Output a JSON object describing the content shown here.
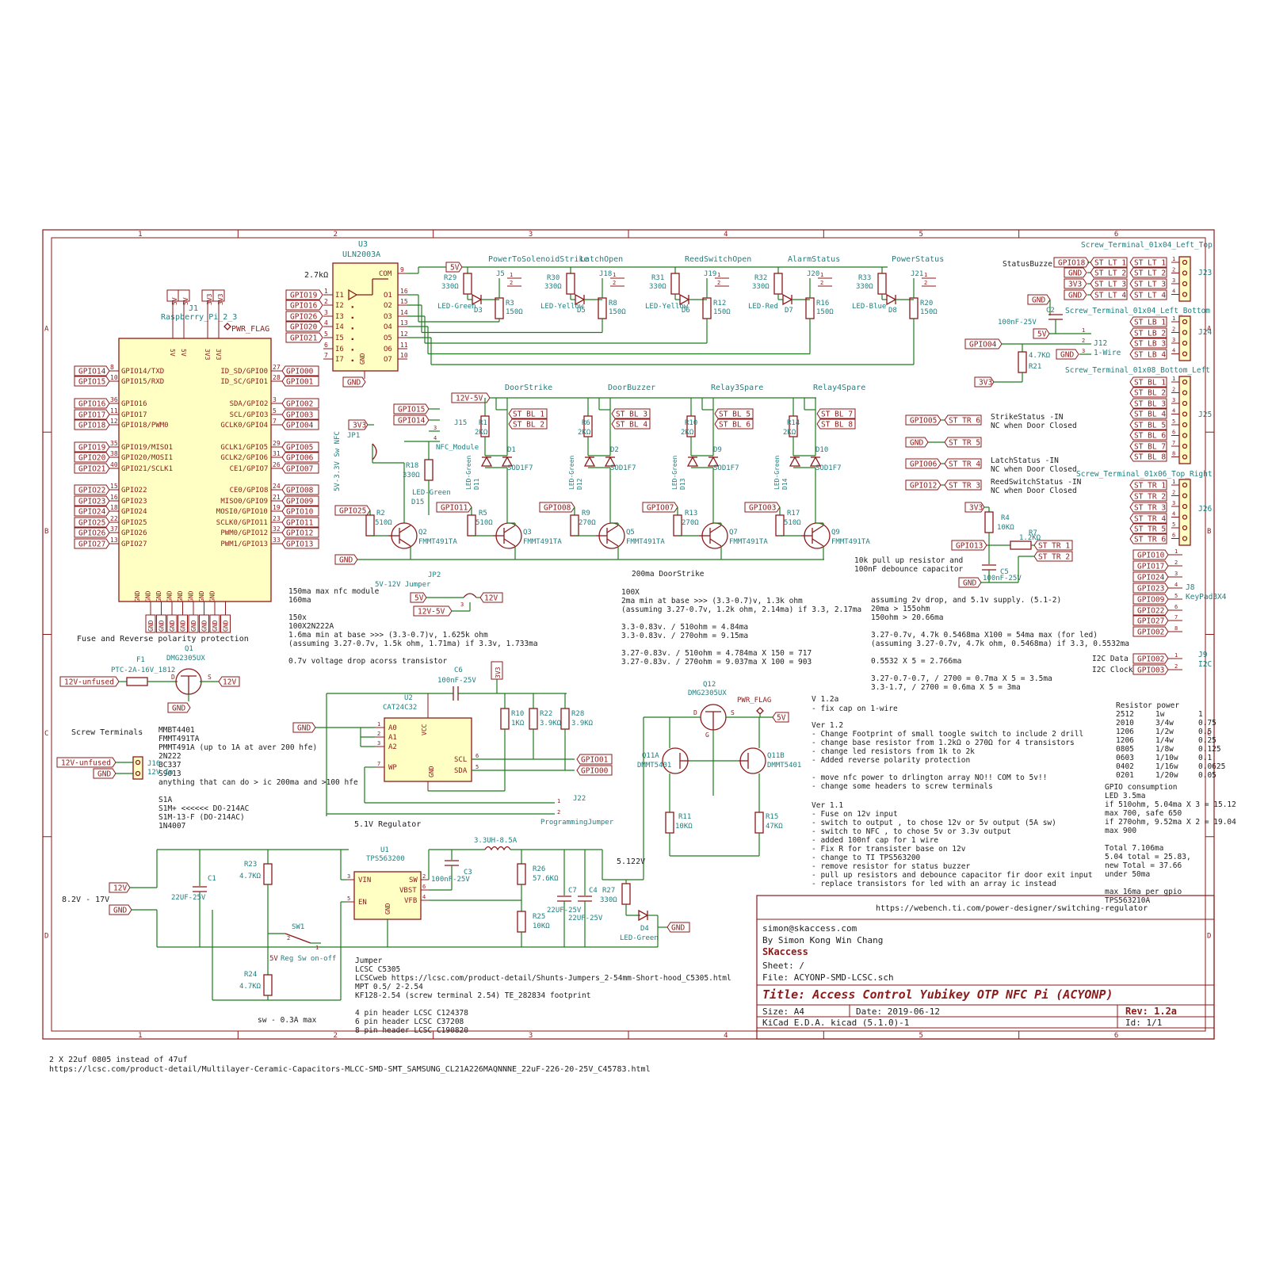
{
  "title_block": {
    "url": "https://webench.ti.com/power-designer/switching-regulator",
    "email": "simon@skaccess.com",
    "author": "By Simon Kong Win Chang",
    "company": "SKaccess",
    "sheet": "Sheet: /",
    "file": "File: ACYONP-SMD-LCSC.sch",
    "title": "Title: Access Control Yubikey OTP NFC Pi (ACYONP)",
    "size": "Size: A4",
    "date": "Date: 2019-06-12",
    "rev": "Rev: 1.2a",
    "kicad": "KiCad E.D.A.  kicad (5.1.0)-1",
    "id": "Id: 1/1"
  },
  "frame": {
    "cols": [
      "1",
      "2",
      "3",
      "4",
      "5",
      "6"
    ],
    "rows": [
      "A",
      "B",
      "C",
      "D"
    ]
  },
  "bottom_note": {
    "line1": "2 X 22uf 0805 instead of 47uf",
    "line2": "https://lcsc.com/product-detail/Multilayer-Ceramic-Capacitors-MLCC-SMD-SMT_SAMSUNG_CL21A226MAQNNNE_22uF-226-20-25V_C45783.html"
  },
  "rpi": {
    "ref": "J1",
    "value": "Raspberry_Pi_2_3",
    "pwr_flag": "PWR_FLAG",
    "top_pins": [
      "5V",
      "5V",
      "3V3",
      "3V3"
    ],
    "top_labels": [
      "5V",
      "5V",
      "3V3",
      "3V3"
    ],
    "left_pins": [
      "GPIO14/TXD",
      "GPIO15/RXD",
      "GPIO16",
      "GPIO17",
      "GPIO18/PWM0",
      "GPIO19/MISO1",
      "GPIO20/MOSI1",
      "GPIO21/SCLK1",
      "GPIO22",
      "GPIO23",
      "GPIO24",
      "GPIO25",
      "GPIO26",
      "GPIO27"
    ],
    "left_nums": [
      "8",
      "10",
      "36",
      "11",
      "12",
      "35",
      "38",
      "40",
      "15",
      "16",
      "18",
      "22",
      "37",
      "13"
    ],
    "left_labels": [
      "GPIO14",
      "GPIO15",
      "GPIO16",
      "GPIO17",
      "GPIO18",
      "GPIO19",
      "GPIO20",
      "GPIO21",
      "GPIO22",
      "GPIO23",
      "GPIO24",
      "GPIO25",
      "GPIO26",
      "GPIO27"
    ],
    "right_pins": [
      "ID_SD/GPIO0",
      "ID_SC/GPIO1",
      "SDA/GPIO2",
      "SCL/GPIO3",
      "GCLK0/GPIO4",
      "GCLK1/GPIO5",
      "GCLK2/GPIO6",
      "CE1/GPIO7",
      "CE0/GPIO8",
      "MISO0/GPIO9",
      "MOSI0/GPIO10",
      "SCLK0/GPIO11",
      "PWM0/GPIO12",
      "PWM1/GPIO13"
    ],
    "right_nums": [
      "27",
      "28",
      "3",
      "5",
      "7",
      "29",
      "31",
      "26",
      "24",
      "21",
      "19",
      "23",
      "32",
      "33"
    ],
    "right_labels": [
      "GPIO00",
      "GPIO01",
      "GPIO02",
      "GPIO03",
      "GPIO04",
      "GPIO05",
      "GPIO06",
      "GPIO07",
      "GPIO08",
      "GPIO09",
      "GPIO10",
      "GPIO11",
      "GPIO12",
      "GPIO13"
    ],
    "gnd": "GND"
  },
  "uln": {
    "ref": "U3",
    "value": "ULN2003A",
    "res": "2.7kΩ",
    "com": "COM",
    "inputs": [
      "I1",
      "I2",
      "I3",
      "I4",
      "I5",
      "I6",
      "I7"
    ],
    "outputs": [
      "O1",
      "O2",
      "O3",
      "O4",
      "O5",
      "O6",
      "O7"
    ],
    "in_nums": [
      "1",
      "2",
      "3",
      "4",
      "5",
      "6",
      "7"
    ],
    "out_nums": [
      "16",
      "15",
      "14",
      "13",
      "12",
      "11",
      "10"
    ],
    "com_num": "9",
    "gnd_pin": "GND",
    "gnd_num": "8",
    "in_labels": [
      "GPIO19",
      "GPIO16",
      "GPIO26",
      "GPIO20",
      "GPIO21"
    ],
    "gnd_label": "GND"
  },
  "status_leds": [
    {
      "name": "PowerToSolenoidStrike",
      "rref": "R29",
      "rval": "330Ω",
      "j": "J5",
      "led": "LED-Green",
      "d": "D3",
      "r2": "R3",
      "r2val": "150Ω"
    },
    {
      "name": "LatchOpen",
      "rref": "R30",
      "rval": "330Ω",
      "j": "J18",
      "led": "LED-Yellow",
      "d": "D5",
      "r2": "R8",
      "r2val": "150Ω"
    },
    {
      "name": "ReedSwitchOpen",
      "rref": "R31",
      "rval": "330Ω",
      "j": "J19",
      "led": "LED-Yellow",
      "d": "D6",
      "r2": "R12",
      "r2val": "150Ω"
    },
    {
      "name": "AlarmStatus",
      "rref": "R32",
      "rval": "330Ω",
      "j": "J20",
      "led": "LED-Red",
      "d": "D7",
      "r2": "R16",
      "r2val": "150Ω"
    },
    {
      "name": "PowerStatus",
      "rref": "R33",
      "rval": "330Ω",
      "j": "J21",
      "led": "LED-Blue",
      "d": "D8",
      "r2": "R20",
      "r2val": "150Ω"
    }
  ],
  "status_5v": "5V",
  "relay": {
    "supply": "12V-5V",
    "jumper_labels": [
      "GPIO15",
      "GPIO14"
    ],
    "j15": "J15",
    "nfc": "NFC_Module",
    "jp1": "JP1",
    "jp1_label": "5V-3.3V Sw NFC",
    "v3": "3V3",
    "r18": "R18",
    "r18v": "330Ω",
    "d15": "D15",
    "d15l": "LED-Green",
    "channels": [
      {
        "name": "DoorStrike",
        "r": "R1",
        "rv": "2KΩ",
        "d": "D1",
        "dv": "SOD1F7",
        "led": "D11",
        "ledv": "LED-Green",
        "st1": "ST_BL_1",
        "st2": "ST_BL_2",
        "gpio": "GPIO11",
        "rb": "R5",
        "rbv": "510Ω",
        "q": "Q3",
        "qv": "FMMT491TA"
      },
      {
        "name": "DoorBuzzer",
        "r": "R6",
        "rv": "2KΩ",
        "d": "D2",
        "dv": "SOD1F7",
        "led": "D12",
        "ledv": "LED-Green",
        "st1": "ST_BL_3",
        "st2": "ST_BL_4",
        "gpio": "GPIO08",
        "rb": "R9",
        "rbv": "270Ω",
        "q": "Q5",
        "qv": "FMMT491TA"
      },
      {
        "name": "Relay3Spare",
        "r": "R10",
        "rv": "2KΩ",
        "d": "D9",
        "dv": "SOD1F7",
        "led": "D13",
        "ledv": "LED-Green",
        "st1": "ST_BL_5",
        "st2": "ST_BL_6",
        "gpio": "GPIO07",
        "rb": "R13",
        "rbv": "270Ω",
        "q": "Q7",
        "qv": "FMMT491TA"
      },
      {
        "name": "Relay4Spare",
        "r": "R14",
        "rv": "2KΩ",
        "d": "D10",
        "dv": "SOD1F7",
        "led": "D14",
        "ledv": "LED-Green",
        "st1": "ST_BL_7",
        "st2": "ST_BL_8",
        "gpio": "GPIO03",
        "rb": "R17",
        "rbv": "510Ω",
        "q": "Q9",
        "qv": "FMMT491TA"
      }
    ],
    "q2": {
      "gpio": "GPIO25",
      "rb": "R2",
      "rbv": "510Ω",
      "q": "Q2",
      "qv": "FMMT491TA"
    },
    "gnd": "GND"
  },
  "jp2": {
    "ref": "JP2",
    "label": "5V-12V Jumper",
    "a": "5V",
    "b": "12V-5V",
    "c": "12V"
  },
  "notes_left": {
    "l1": "150ma max nfc module",
    "l2": "160ma",
    "l3": "150x",
    "l4": "100X2N222A",
    "l5": "1.6ma min at base >>> (3.3-0.7)v, 1.625k ohm",
    "l6": "(assuming 3.27-0.7v, 1.5k ohm, 1.71ma) if 3.3v, 1.733ma",
    "l7": "0.7v voltage drop acorss transistor"
  },
  "notes_mid": {
    "h": "200ma DoorStrike",
    "l1": "100X",
    "l2": "2ma min at base >>> (3.3-0.7)v, 1.3k ohm",
    "l3": "(assuming 3.27-0.7v, 1.2k ohm, 2.14ma) if 3.3, 2.17ma",
    "l4": "3.3-0.83v. / 510ohm = 4.84ma",
    "l5": "3.3-0.83v. / 270ohm = 9.15ma",
    "l6": "3.27-0.83v. / 510ohm = 4.784ma X 150 = 717",
    "l7": "3.27-0.83v. / 270ohm = 9.037ma X 100 = 903"
  },
  "notes_right": {
    "l1": "assuming 2v drop, and 5.1v supply. (5.1-2)",
    "l2": "20ma > 155ohm",
    "l3": "150ohm > 20.66ma",
    "l4": "3.27-0.7v, 4.7k 0.5468ma X100 = 54ma max (for led)",
    "l5": "(assuming 3.27-0.7v, 4.7k ohm, 0.5468ma) if 3.3, 0.5532ma",
    "l6": "0.5532 X 5 = 2.766ma",
    "l7": "3.27-0.7-0.7, / 2700 = 0.7ma X 5 = 3.5ma",
    "l8": "3.3-1.7, / 2700 = 0.6ma X 5 = 3ma"
  },
  "pullup": {
    "v3": "3V3",
    "r4": "R4",
    "r4v": "10KΩ",
    "r7": "R7",
    "r7v": "1.2KΩ",
    "gpio": "GPIO13",
    "st1": "ST_TR_1",
    "st2": "ST_TR_2",
    "c5": "C5",
    "c5v": "100nF-25V",
    "gnd": "GND",
    "note1": "10k pull up resistor and",
    "note2": "100nF debounce capacitor"
  },
  "tr_inputs": [
    {
      "gpio": "GPIO05",
      "st": "ST_TR_6",
      "t1": "StrikeStatus -IN",
      "t2": "NC when Door Closed"
    },
    {
      "gpio": "GND",
      "st": "ST_TR_5",
      "t1": "",
      "t2": ""
    },
    {
      "gpio": "GPIO06",
      "st": "ST_TR_4",
      "t1": "LatchStatus -IN",
      "t2": "NC when Door Closed"
    },
    {
      "gpio": "GPIO12",
      "st": "ST_TR_3",
      "t1": "ReedSwitchStatus -IN",
      "t2": "NC when Door Closed"
    }
  ],
  "screw": {
    "j23_name": "Screw_Terminal_01x04_Left_Top",
    "j23": "J23",
    "status_buzzer": "StatusBuzzer",
    "lt_src": [
      "GPIO18",
      "GND",
      "3V3",
      "GND"
    ],
    "lt_a": [
      "ST_LT_1",
      "ST_LT_2",
      "ST_LT_3",
      "ST_LT_4"
    ],
    "lt_b": [
      "ST_LT_1",
      "ST_LT_2",
      "ST_LT_3",
      "ST_LT_4"
    ],
    "j24_name": "Screw_Terminal_01x04_Left_Bottom",
    "j24": "J24",
    "lb": [
      "ST_LB_1",
      "ST_LB_2",
      "ST_LB_3",
      "ST_LB_4"
    ],
    "c2": "C2",
    "c2v": "100nF-25V",
    "gnd": "GND",
    "v5": "5V",
    "j12": "J12",
    "onewire": "1-Wire",
    "gpio04": "GPIO04",
    "r21": "R21",
    "r21v": "4.7KΩ",
    "v3": "3V3",
    "j25_name": "Screw_Terminal_01x08_Bottom_Left",
    "j25": "J25",
    "bl": [
      "ST_BL_1",
      "ST_BL_2",
      "ST_BL_3",
      "ST_BL_4",
      "ST_BL_5",
      "ST_BL_6",
      "ST_BL_7",
      "ST_BL_8"
    ],
    "j26_name": "Screw_Terminal_01x06_Top_Right",
    "j26": "J26",
    "tr": [
      "ST_TR_1",
      "ST_TR_2",
      "ST_TR_3",
      "ST_TR_4",
      "ST_TR_5",
      "ST_TR_6"
    ],
    "kp": [
      "GPIO10",
      "GPIO17",
      "GPIO24",
      "GPIO23",
      "GPIO09",
      "GPIO22",
      "GPIO27",
      "GPIO02"
    ],
    "j8": "J8",
    "j8v": "KeyPad3X4",
    "i2c": [
      "GPIO02",
      "GPIO03"
    ],
    "i2c_lbl": [
      "I2C Data",
      "I2C Clock"
    ],
    "j9": "J9",
    "j9v": "I2C"
  },
  "fuse": {
    "header": "Fuse and Reverse polarity protection",
    "q1": "Q1",
    "q1v": "DMG2305UX",
    "f1": "F1",
    "f1v": "PTC-2A-16V_1812",
    "in": "12V-unfused",
    "out": "12V",
    "gnd": "GND"
  },
  "screw_terms": {
    "h": "Screw Terminals",
    "in": "12V-unfused",
    "gnd": "GND",
    "j16": "J16",
    "j16v": "12V In"
  },
  "parts_list": [
    "MMBT4401",
    "FMMT491TA",
    "PMMT491A (up to 1A at aver 200 hfe)",
    "2N222",
    "BC337",
    "S9013",
    "anything that can do > ic 200ma and >100 hfe",
    "",
    "S1A",
    "S1M+ <<<<<< DO-214AC",
    "S1M-13-F (DO-214AC)",
    "1N4007"
  ],
  "eeprom": {
    "c6": "C6",
    "c6v": "100nF-25V",
    "v3": "3V3",
    "u2": "U2",
    "u2v": "CAT24C32",
    "pins": [
      "A0",
      "A1",
      "A2",
      "WP",
      "VCC",
      "SCL",
      "SDA",
      "GND"
    ],
    "nums": [
      "1",
      "2",
      "3",
      "7",
      "8",
      "6",
      "5",
      "4"
    ],
    "r10": "R10",
    "r10v": "1KΩ",
    "r22": "R22",
    "r22v": "3.9KΩ",
    "r28": "R28",
    "r28v": "3.9KΩ",
    "gpio1": "GPIO01",
    "gpio0": "GPIO00",
    "gnd": "GND",
    "j22": "J22",
    "j22v": "ProgrammingJumper",
    "reg": "5.1V Regulator"
  },
  "q12": {
    "q12": "Q12",
    "q12v": "DMG2305UX",
    "pwr": "PWR_FLAG",
    "v5": "5V",
    "q11a": "Q11A",
    "q11b": "Q11B",
    "q11v": "DMMT5401",
    "r11": "R11",
    "r11v": "10KΩ",
    "r15": "R15",
    "r15v": "47KΩ",
    "v5122": "5.122V"
  },
  "version": {
    "v12a": "V 1.2a",
    "v12a_1": "- fix cap on 1-wire",
    "v12": "Ver 1.2",
    "v12_lines": [
      "- Change Footprint of small toogle switch to include 2 drill",
      "- change base resistor from 1.2kΩ o 270Ω for 4 transistors",
      "- change led resistors from 1k to 2k",
      "- Added reverse polarity protection",
      "",
      "- move nfc power to drlington array NO!! COM to 5v!!",
      "- change some headers to screw terminals"
    ],
    "v11": "Ver 1.1",
    "v11_lines": [
      "- Fuse on 12v input",
      "- switch to output , to chose 12v or 5v output (5A sw)",
      "- switch to NFC , to chose 5v or 3.3v output",
      "- added 100nf cap for 1 wire",
      "- Fix R for transister base on 12v",
      "- change to TI TPS563200",
      "- remove resistor for status buzzer",
      "- pull up resistors and debounce capacitor fir door exit input",
      "- replace transistors for led with an array ic instead"
    ]
  },
  "resistor_power": {
    "h": "Resistor power",
    "rows": [
      [
        "2512",
        "1w",
        "1"
      ],
      [
        "2010",
        "3/4w",
        "0.75"
      ],
      [
        "1206",
        "1/2w",
        "0.5"
      ],
      [
        "1206",
        "1/4w",
        "0.25"
      ],
      [
        "0805",
        "1/8w",
        "0.125"
      ],
      [
        "0603",
        "1/10w",
        "0.1"
      ],
      [
        "0402",
        "1/16w",
        "0.0625"
      ],
      [
        "0201",
        "1/20w",
        "0.05"
      ]
    ],
    "gpio_h": "GPIO consumption",
    "gpio": [
      "LED 3.5ma",
      "if 510ohm, 5.04ma X 3 = 15.12",
      "max 700, safe 650",
      "if 270ohm, 9.52ma X 2 = 19.04",
      "max 900",
      "",
      "Total 7.106ma",
      "5.04 total = 25.83,",
      "new Total = 37.66",
      "under 50ma",
      "",
      "max 16ma per gpio"
    ],
    "tps": "TPS563210A"
  },
  "regulator": {
    "v12": "12V",
    "gnd": "GND",
    "range": "8.2V - 17V",
    "c1": "C1",
    "c1v": "22UF-25V",
    "r23": "R23",
    "r23v": "4.7KΩ",
    "sw1": "SW1",
    "sw1v": "Reg Sw on-off",
    "v5": "5V",
    "r24": "R24",
    "r24v": "4.7KΩ",
    "u1": "U1",
    "u1v": "TPS563200",
    "pins_l": [
      "VIN",
      "EN"
    ],
    "pins_r": [
      "SW",
      "VBST",
      "VFB"
    ],
    "nums_l": [
      "3",
      "5"
    ],
    "nums_r": [
      "2",
      "6",
      "4"
    ],
    "ugnd": "GND",
    "ugnd_num": "1",
    "c3": "C3",
    "c3v": "100nF-25V",
    "l": "3.3UH-8.5A",
    "r26": "R26",
    "r26v": "57.6KΩ",
    "r25": "R25",
    "r25v": "10KΩ",
    "c7": "C7",
    "c7v": "22UF-25V",
    "c4": "C4",
    "c4v": "22UF-25V",
    "r27": "R27",
    "r27v": "330Ω",
    "d4": "D4",
    "d4v": "LED-Green",
    "gnd2": "GND",
    "sw": "sw - 0.3A max"
  },
  "jumper_note": [
    "Jumper",
    "LCSC C5305",
    "LCSCweb https://lcsc.com/product-detail/Shunts-Jumpers_2-54mm-Short-hood_C5305.html",
    "MPT 0.5/ 2-2.54",
    "KF128-2.54 (screw terminal 2.54) TE_282834 footprint",
    "",
    "4 pin header LCSC C124378",
    "6 pin header LCSC C37208",
    "8 pin header LCSC C190820"
  ]
}
